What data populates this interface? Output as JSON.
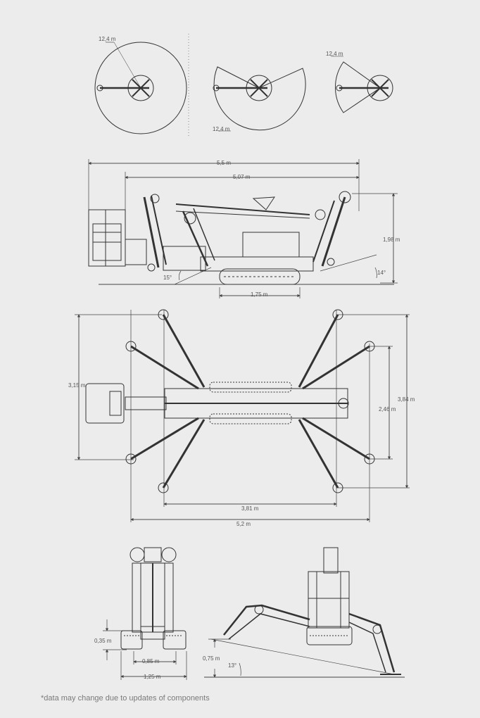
{
  "outreach": {
    "full": "12,4 m",
    "partial": "12,4 m",
    "narrow": "12,4 m"
  },
  "side_view": {
    "length": "5,5 m",
    "length_inner": "5,07 m",
    "height": "1,98 m",
    "track_length": "1,75 m",
    "angle_front": "15°",
    "angle_rear": "14°"
  },
  "top_view": {
    "width_left": "3,15 m",
    "width_right_outer": "3,84 m",
    "width_right_inner": "2,46 m",
    "length_inner": "3,81 m",
    "length_outer": "5,2 m"
  },
  "front_view": {
    "ground_clearance": "0,35 m",
    "track_gauge": "0,85 m",
    "overall_width": "1,25 m"
  },
  "slope_view": {
    "leg_height": "0,75 m",
    "angle": "13°"
  },
  "footnote": "*data may change due to updates of components"
}
